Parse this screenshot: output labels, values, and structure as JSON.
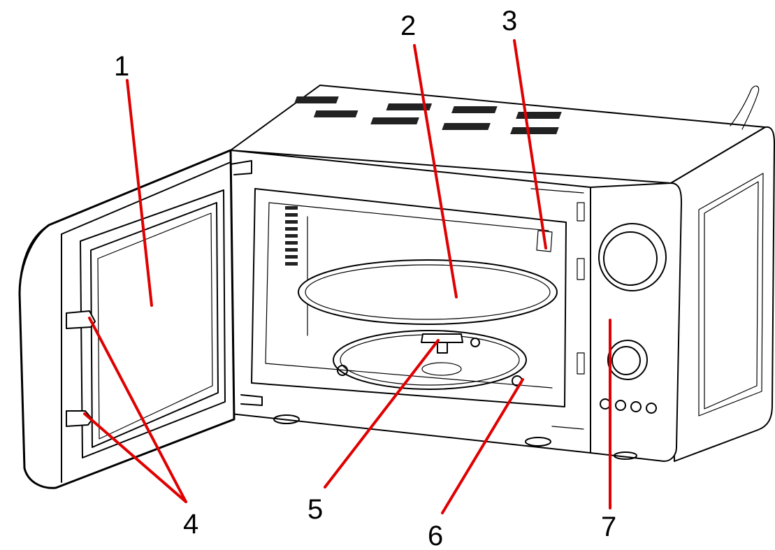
{
  "diagram": {
    "callouts": [
      {
        "id": "1",
        "label": "1"
      },
      {
        "id": "2",
        "label": "2"
      },
      {
        "id": "3",
        "label": "3"
      },
      {
        "id": "4",
        "label": "4"
      },
      {
        "id": "5",
        "label": "5"
      },
      {
        "id": "6",
        "label": "6"
      },
      {
        "id": "7",
        "label": "7"
      }
    ],
    "leader_color": "#e00000",
    "line_color": "#000000"
  }
}
